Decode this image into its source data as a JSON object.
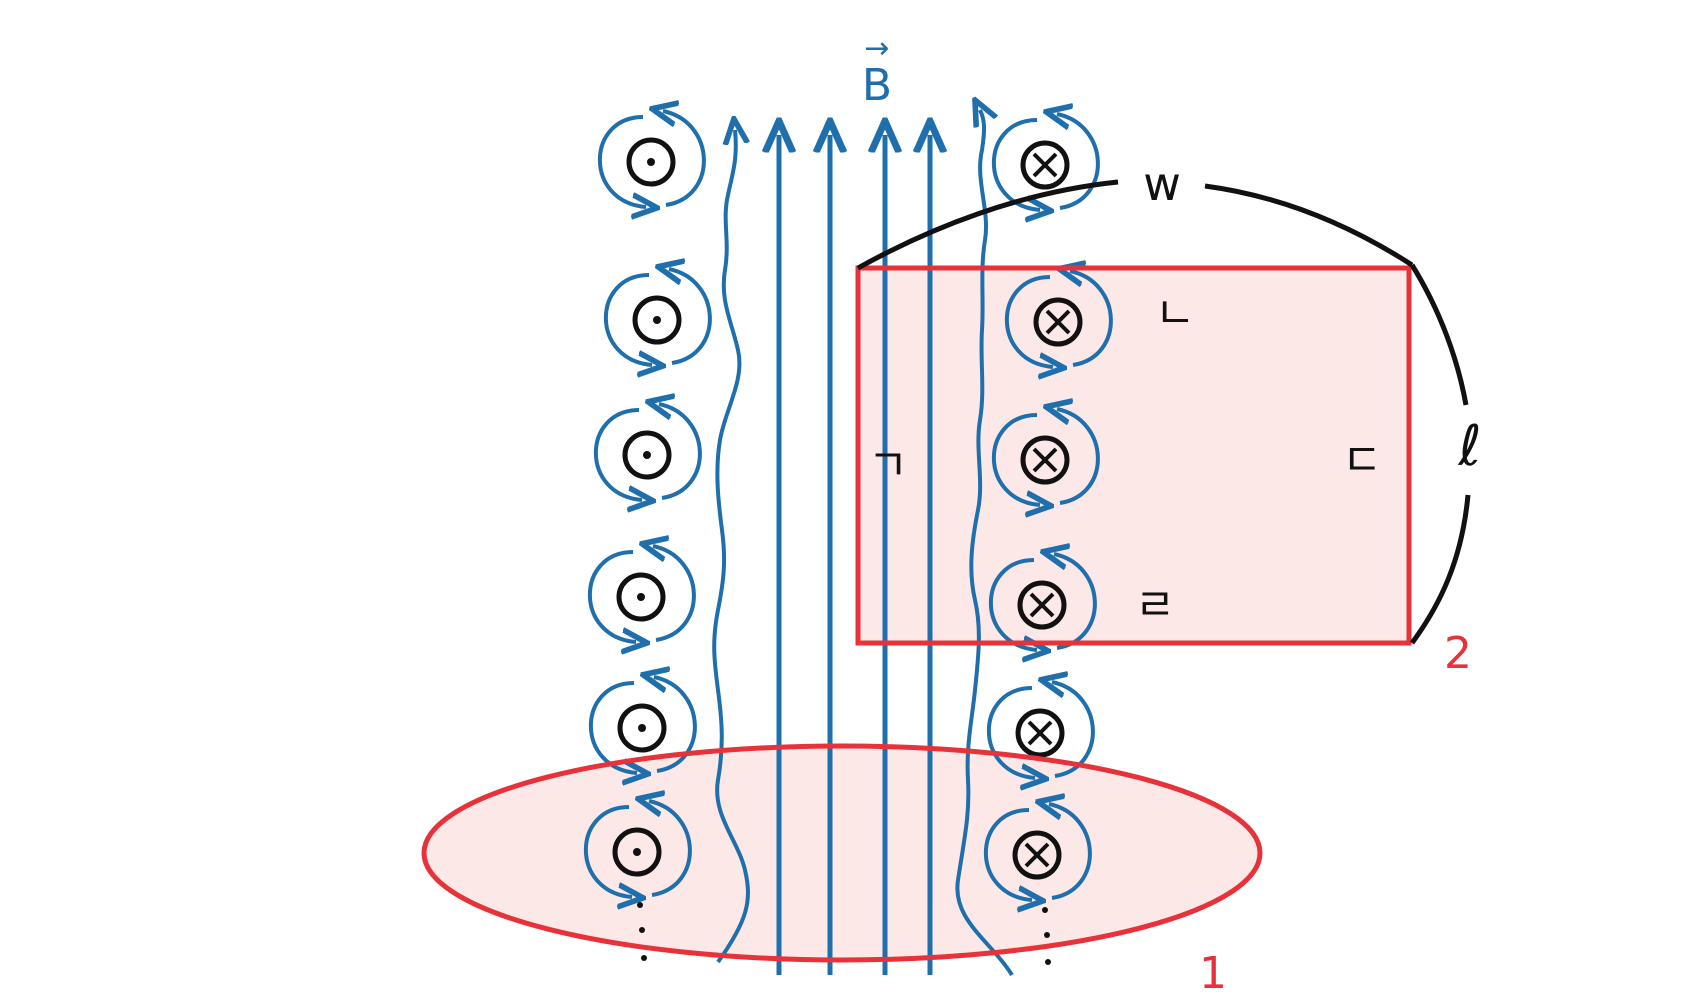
{
  "field": {
    "symbol": "B",
    "vector_arrow": "→"
  },
  "labels": {
    "w": "w",
    "l": "ℓ",
    "loop1": "1",
    "loop2": "2",
    "corner_a": "ㄱ",
    "corner_b": "ㄴ",
    "corner_c": "ㄷ",
    "corner_d": "ㄹ"
  },
  "current_markers": {
    "left_column": {
      "symbol": "⊙",
      "meaning": "current out of page",
      "count": 6
    },
    "right_column": {
      "symbol": "⊗",
      "meaning": "current into page",
      "count": 6
    },
    "continuation": "⋮"
  },
  "colors": {
    "field_lines": "#1f6fad",
    "loops": "#e8323a",
    "loop_fill": "#fde8e8",
    "ink": "#111111"
  }
}
